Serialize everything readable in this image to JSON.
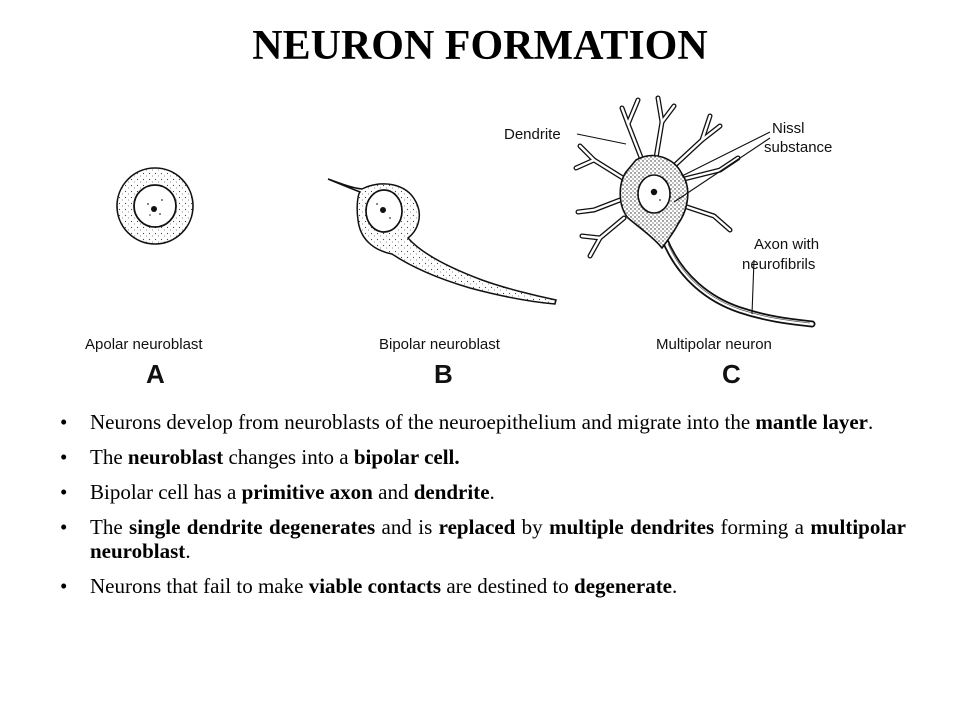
{
  "title": "NEURON FORMATION",
  "figure": {
    "cells": [
      {
        "label": "Apolar neuroblast",
        "letter": "A"
      },
      {
        "label": "Bipolar neuroblast",
        "letter": "B"
      },
      {
        "label": "Multipolar neuron",
        "letter": "C"
      }
    ],
    "callouts": {
      "dendrite": "Dendrite",
      "nissl_1": "Nissl",
      "nissl_2": "substance",
      "axon_1": "Axon with",
      "axon_2": "neurofibrils"
    }
  },
  "bullets": [
    {
      "parts": [
        {
          "t": "Neurons develop from neuroblasts of the neuroepithelium and migrate into the ",
          "b": false
        },
        {
          "t": "mantle layer",
          "b": true
        },
        {
          "t": ".",
          "b": false
        }
      ]
    },
    {
      "parts": [
        {
          "t": "The ",
          "b": false
        },
        {
          "t": "neuroblast",
          "b": true
        },
        {
          "t": " changes into a ",
          "b": false
        },
        {
          "t": "bipolar cell.",
          "b": true
        }
      ]
    },
    {
      "parts": [
        {
          "t": "Bipolar cell has a ",
          "b": false
        },
        {
          "t": "primitive axon",
          "b": true
        },
        {
          "t": " and ",
          "b": false
        },
        {
          "t": "dendrite",
          "b": true
        },
        {
          "t": ".",
          "b": false
        }
      ]
    },
    {
      "parts": [
        {
          "t": "The ",
          "b": false
        },
        {
          "t": "single dendrite degenerates",
          "b": true
        },
        {
          "t": " and is ",
          "b": false
        },
        {
          "t": "replaced",
          "b": true
        },
        {
          "t": " by ",
          "b": false
        },
        {
          "t": "multiple dendrites",
          "b": true
        },
        {
          "t": " forming a ",
          "b": false
        },
        {
          "t": "multipolar neuroblast",
          "b": true
        },
        {
          "t": ".",
          "b": false
        }
      ]
    },
    {
      "parts": [
        {
          "t": "Neurons that fail to make ",
          "b": false
        },
        {
          "t": "viable contacts",
          "b": true
        },
        {
          "t": " are destined to ",
          "b": false
        },
        {
          "t": "degenerate",
          "b": true
        },
        {
          "t": ".",
          "b": false
        }
      ]
    }
  ]
}
